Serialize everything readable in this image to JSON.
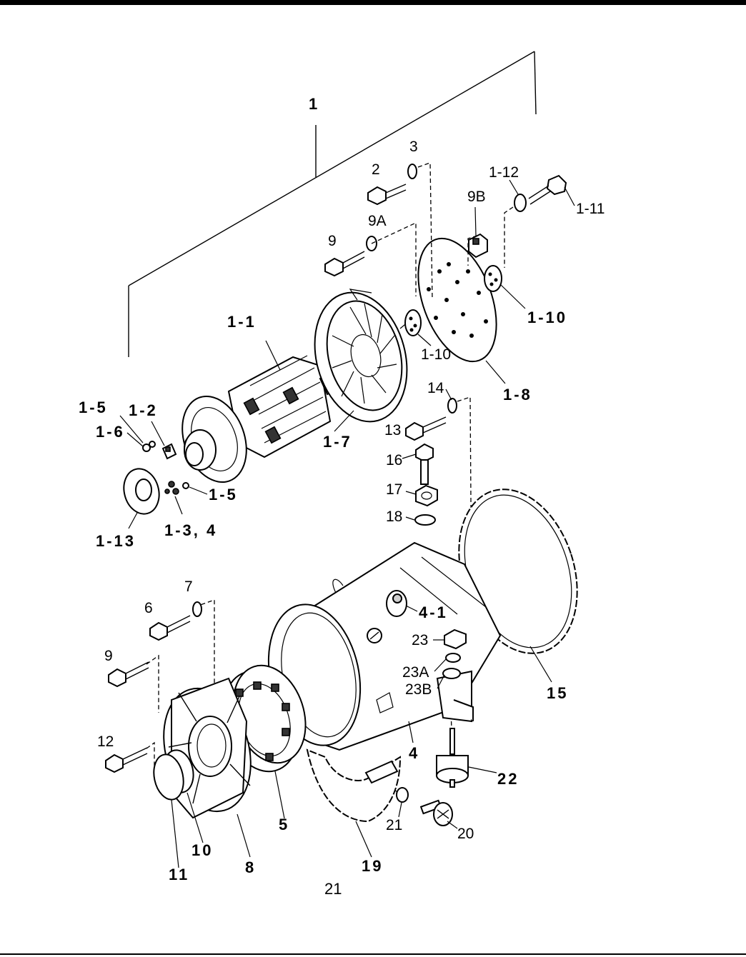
{
  "page": {
    "number": "21"
  },
  "callouts": {
    "c1": "1",
    "c2": "2",
    "c3": "3",
    "c9": "9",
    "c9a": "9A",
    "c9b": "9B",
    "c1_12": "1-12",
    "c1_11": "1-11",
    "c1_10a": "1-10",
    "c1_10b": "1-10",
    "c1_1": "1-1",
    "c1_7": "1-7",
    "c1_8": "1-8",
    "c14": "14",
    "c13": "13",
    "c1_5a": "1-5",
    "c1_2": "1-2",
    "c1_6": "1-6",
    "c1_5b": "1-5",
    "c1_13": "1-13",
    "c1_34": "1-3, 4",
    "c16": "16",
    "c17": "17",
    "c18": "18",
    "c7": "7",
    "c6": "6",
    "c4_1": "4-1",
    "c23": "23",
    "c23a": "23A",
    "c23b": "23B",
    "c9c": "9",
    "c15": "15",
    "c4": "4",
    "c12": "12",
    "c22": "22",
    "c5": "5",
    "c21": "21",
    "c20": "20",
    "c10": "10",
    "c8": "8",
    "c11": "11",
    "c19": "19"
  }
}
